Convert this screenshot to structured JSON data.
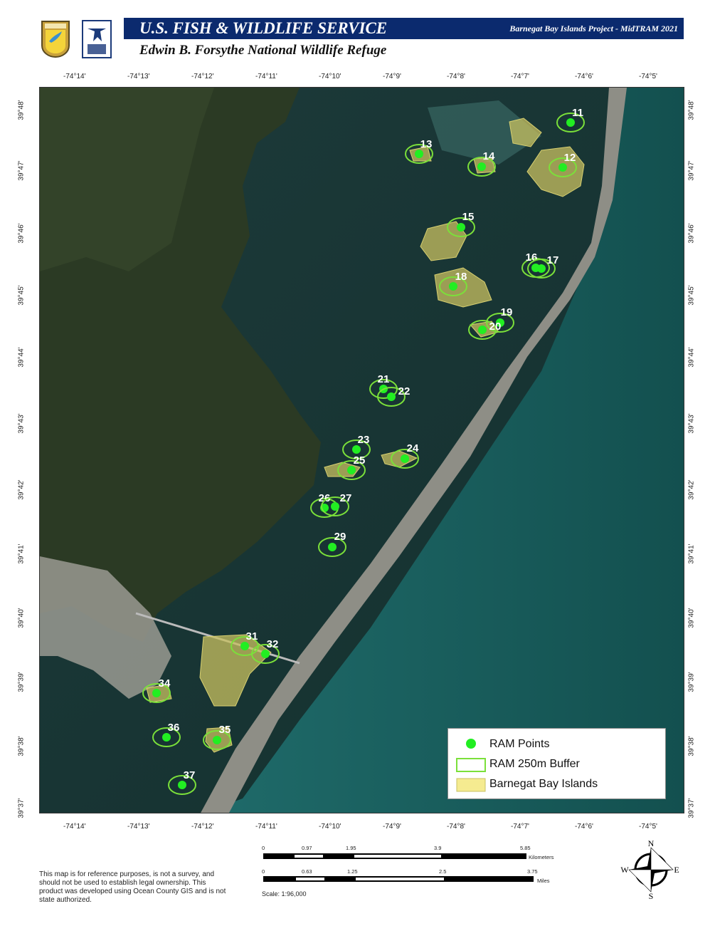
{
  "header": {
    "agency": "U.S. FISH & WILDLIFE SERVICE",
    "project": "Barnegat Bay Islands Project - MidTRAM 2021",
    "refuge": "Edwin B. Forsythe National Wildlife Refuge",
    "logos": [
      "U.S. Fish & Wildlife Service",
      "National Wildlife Refuge System"
    ]
  },
  "axes": {
    "longitude": [
      "-74°14'",
      "-74°13'",
      "-74°12'",
      "-74°11'",
      "-74°10'",
      "-74°9'",
      "-74°8'",
      "-74°7'",
      "-74°6'",
      "-74°5'"
    ],
    "latitude": [
      "39°48'",
      "39°47'",
      "39°46'",
      "39°45'",
      "39°44'",
      "39°43'",
      "39°42'",
      "39°41'",
      "39°40'",
      "39°39'",
      "39°38'",
      "39°37'"
    ]
  },
  "ram_points": [
    "11",
    "12",
    "13",
    "14",
    "15",
    "16",
    "17",
    "18",
    "19",
    "20",
    "21",
    "22",
    "23",
    "24",
    "25",
    "26",
    "27",
    "29",
    "31",
    "32",
    "34",
    "35",
    "36",
    "37"
  ],
  "legend": {
    "points": "RAM Points",
    "buffer": "RAM 250m Buffer",
    "islands": "Barnegat Bay Islands"
  },
  "colors": {
    "point": "#22ee22",
    "buffer": "#7be03a",
    "island": "#c8c060",
    "banner": "#0b2a6e"
  },
  "scale": {
    "km_ticks": [
      "0",
      "0.97",
      "1.95",
      "3.9",
      "5.85"
    ],
    "km_unit": "Kilometers",
    "mi_ticks": [
      "0",
      "0.63",
      "1.25",
      "2.5",
      "3.75"
    ],
    "mi_unit": "Miles",
    "ratio": "Scale: 1:96,000"
  },
  "compass": {
    "n": "N",
    "s": "S",
    "e": "E",
    "w": "W"
  },
  "disclaimer": "This map is for reference purposes, is not a survey, and should not be used to establish legal ownership. This product was developed using Ocean County GIS and is not state authorized."
}
